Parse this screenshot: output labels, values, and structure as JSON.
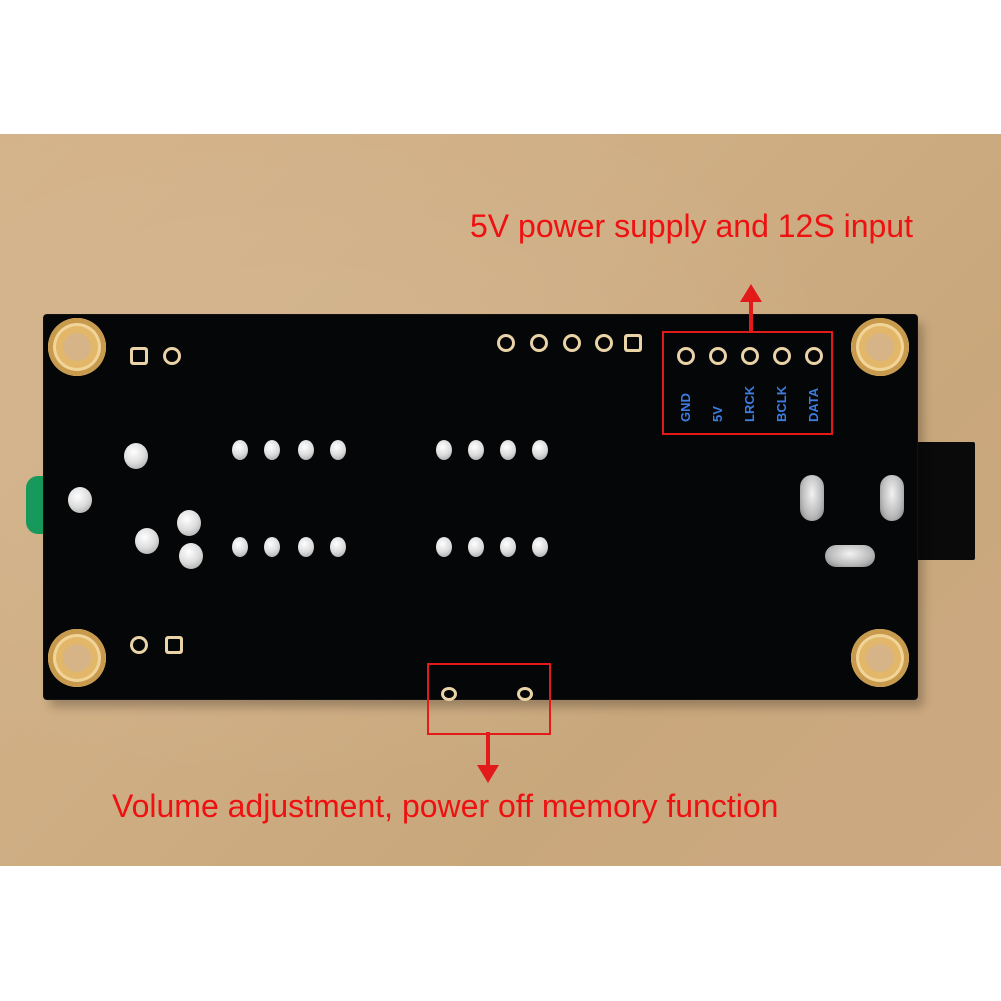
{
  "annotations": {
    "top_callout": "5V power supply and 12S input",
    "bottom_callout": "Volume adjustment, power off memory function"
  },
  "pins": [
    {
      "label": "GND"
    },
    {
      "label": "5V"
    },
    {
      "label": "LRCK"
    },
    {
      "label": "BCLK"
    },
    {
      "label": "DATA"
    }
  ],
  "colors": {
    "annotation": "#e21a1a",
    "pin_label": "#3d7de0",
    "board": "#050607",
    "background": "#cfae84"
  }
}
